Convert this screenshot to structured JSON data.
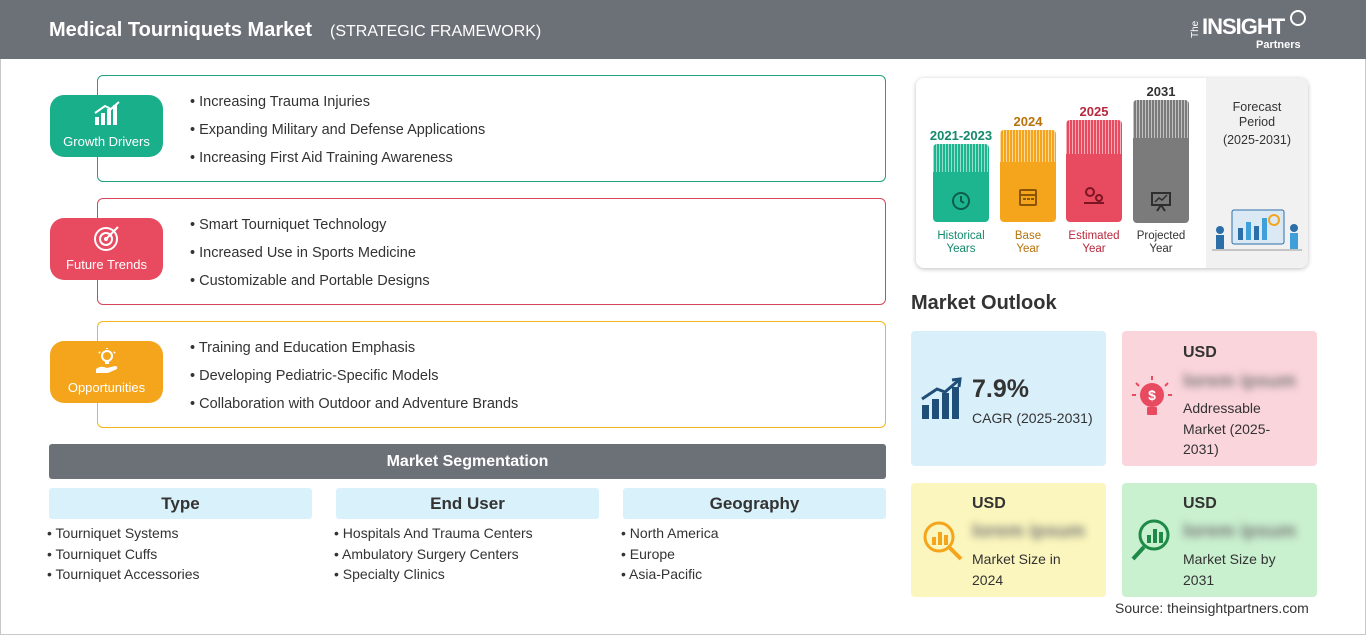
{
  "header": {
    "title": "Medical Tourniquets Market",
    "subtitle": "(STRATEGIC FRAMEWORK)",
    "logo": {
      "the": "The",
      "insight": "INSIGHT",
      "partners": "Partners"
    }
  },
  "strategy": [
    {
      "label": "Growth Drivers",
      "color": "#1aaf8b",
      "border": "#23a07e",
      "icon": "bar-chart-growth-icon",
      "items": [
        "Increasing Trauma Injuries",
        "Expanding Military and Defense Applications",
        "Increasing First Aid Training Awareness"
      ]
    },
    {
      "label": "Future Trends",
      "color": "#e84a5f",
      "border": "#d5465a",
      "icon": "target-icon",
      "items": [
        "Smart Tourniquet Technology",
        "Increased Use in Sports Medicine",
        "Customizable and Portable Designs"
      ]
    },
    {
      "label": "Opportunities",
      "color": "#f5a51c",
      "border": "#f2b51c",
      "icon": "hand-lightbulb-icon",
      "items": [
        "Training and Education Emphasis",
        "Developing Pediatric-Specific Models",
        "Collaboration with Outdoor and Adventure Brands"
      ]
    }
  ],
  "segmentation": {
    "title": "Market Segmentation",
    "columns": [
      {
        "head": "Type",
        "items": [
          "Tourniquet Systems",
          "Tourniquet Cuffs",
          "Tourniquet Accessories"
        ]
      },
      {
        "head": "End User",
        "items": [
          "Hospitals And Trauma Centers",
          "Ambulatory Surgery Centers",
          "Specialty Clinics"
        ]
      },
      {
        "head": "Geography",
        "items": [
          "North America",
          "Europe",
          "Asia-Pacific"
        ]
      }
    ]
  },
  "timeline": {
    "columns": [
      {
        "year": "2021-2023",
        "caption1": "Historical",
        "caption2": "Years",
        "color": "#1db58f",
        "yearColor": "#138a6c"
      },
      {
        "year": "2024",
        "caption1": "Base",
        "caption2": "Year",
        "color": "#f5a51c",
        "yearColor": "#b8730a"
      },
      {
        "year": "2025",
        "caption1": "Estimated",
        "caption2": "Year",
        "color": "#e84a5f",
        "yearColor": "#b7283c"
      },
      {
        "year": "2031",
        "caption1": "Projected",
        "caption2": "Year",
        "color": "#7b7b7b",
        "yearColor": "#333333"
      }
    ],
    "forecast": {
      "line1": "Forecast",
      "line2": "Period",
      "line3": "(2025-2031)"
    }
  },
  "outlook": {
    "title": "Market Outlook",
    "cagr": {
      "value": "7.9%",
      "label": "CAGR (2025-2031)"
    },
    "addressable": {
      "usd": "USD",
      "blurred": "lorem ipsum",
      "desc1": "Addressable",
      "desc2": "Market (2025-",
      "desc3": "2031)"
    },
    "size2024": {
      "usd": "USD",
      "blurred": "lorem ipsum",
      "desc1": "Market Size in",
      "desc2": "2024"
    },
    "size2031": {
      "usd": "USD",
      "blurred": "lorem ipsum",
      "desc1": "Market Size by",
      "desc2": "2031"
    }
  },
  "source": "Source: theinsightpartners.com"
}
